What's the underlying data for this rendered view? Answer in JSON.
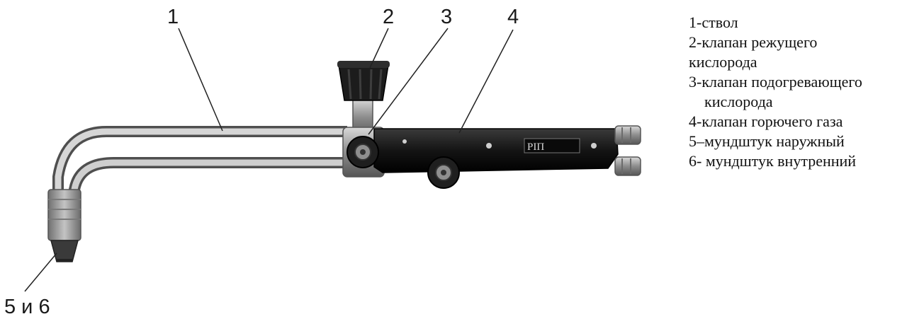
{
  "callouts": [
    "1",
    "2",
    "3",
    "4",
    "5 и 6"
  ],
  "legend": {
    "lines": [
      "1-ствол",
      "2-клапан режущего",
      "кислорода",
      "3-клапан подогревающего",
      "кислорода",
      "4-клапан горючего газа",
      "5–мундштук наружный",
      "6- мундштук внутренний"
    ]
  },
  "image": {
    "body_label": "РІП"
  },
  "colors": {
    "body": "#1b1b1b",
    "tube": "#b5b5b5",
    "knob": "#2a2a2a",
    "tip": "#8a8a8a"
  }
}
